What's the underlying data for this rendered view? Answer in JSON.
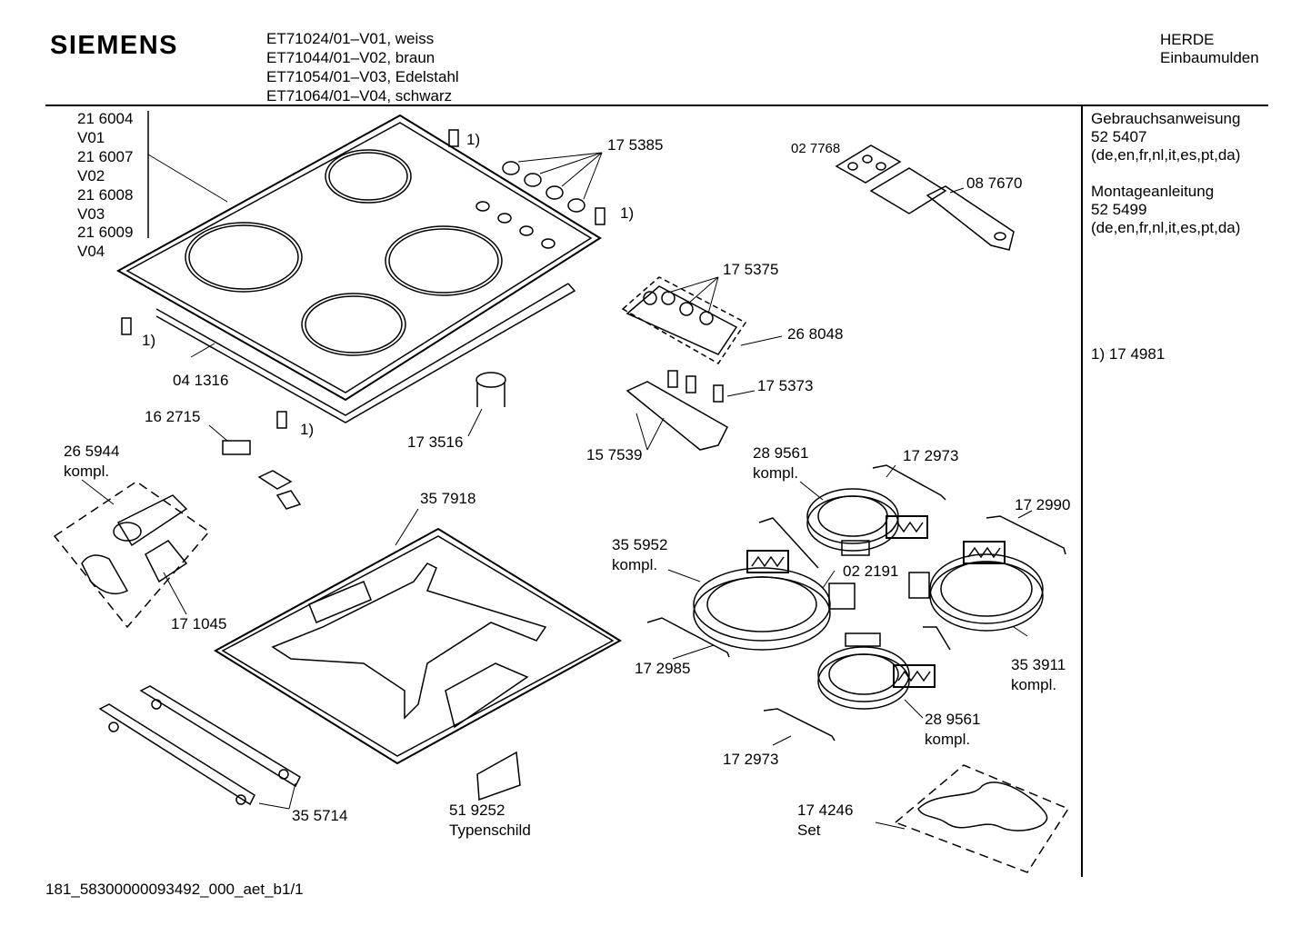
{
  "brand": "SIEMENS",
  "models": [
    "ET71024/01–V01, weiss",
    "ET71044/01–V02, braun",
    "ET71054/01–V03, Edelstahl",
    "ET71064/01–V04, schwarz"
  ],
  "category": [
    "HERDE",
    "Einbaumulden"
  ],
  "docs": {
    "manual_label": "Gebrauchsanweisung",
    "manual_no": "52 5407",
    "manual_langs": "(de,en,fr,nl,it,es,pt,da)",
    "install_label": "Montageanleitung",
    "install_no": "52 5499",
    "install_langs": "(de,en,fr,nl,it,es,pt,da)",
    "footnote": "1)  17 4981"
  },
  "variants": [
    "21 6004",
    "V01",
    "21 6007",
    "V02",
    "21 6008",
    "V03",
    "21 6009",
    "V04"
  ],
  "parts": {
    "p175385": "17 5385",
    "p027768": "02 7768",
    "p087670": "08 7670",
    "p175375": "17 5375",
    "p268048": "26 8048",
    "p175373": "17 5373",
    "p157539": "15 7539",
    "p041316": "04 1316",
    "p162715": "16 2715",
    "p173516": "17 3516",
    "p265944": "26 5944",
    "komplA": "kompl.",
    "p171045": "17 1045",
    "p357918": "35 7918",
    "p289561a": "28 9561",
    "komplB": "kompl.",
    "p172973a": "17 2973",
    "p172990": "17 2990",
    "p355952": "35 5952",
    "komplC": "kompl.",
    "p022191": "02 2191",
    "p172985": "17 2985",
    "p353911": "35 3911",
    "komplD": "kompl.",
    "p289561b": "28 9561",
    "komplE": "kompl.",
    "p172973b": "17 2973",
    "p174246": "17 4246",
    "set": "Set",
    "p355714": "35 5714",
    "p519252": "51 9252",
    "typenschild": "Typenschild",
    "fn1": "1)",
    "fn2": "1)",
    "fn3": "1)",
    "fn4": "1)"
  },
  "footer": "181_58300000093492_000_aet_b1/1"
}
